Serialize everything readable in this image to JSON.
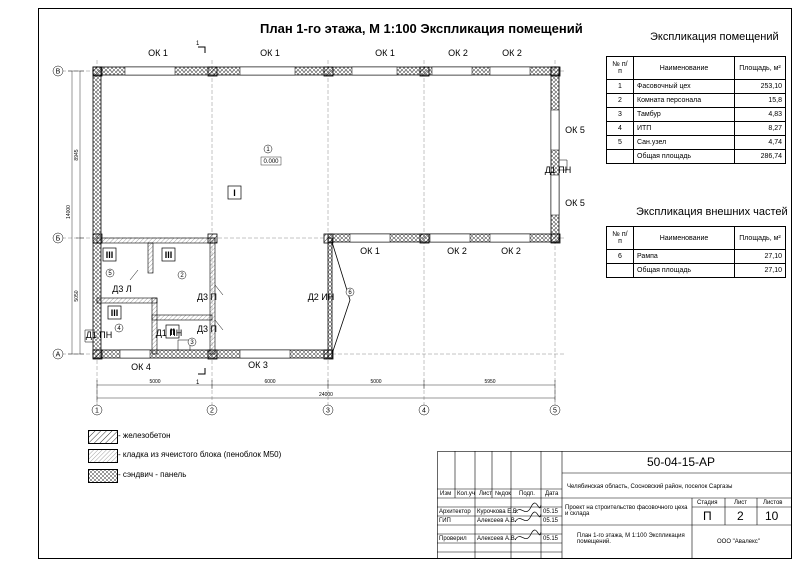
{
  "title": "План 1-го этажа, М 1:100 Экспликация помещений",
  "floor_plan": {
    "window_labels": [
      "ОК 1",
      "ОК 1",
      "ОК 1",
      "ОК 2",
      "ОК 2",
      "ОК 5",
      "ОК 5",
      "ОК 1",
      "ОК 2",
      "ОК 2",
      "ОК 4",
      "ОК 3"
    ],
    "door_labels": [
      "Д1 ПН",
      "Д1 ПН",
      "Д1 ПН",
      "Д2 ИН",
      "Д3 Л",
      "Д3 П",
      "Д3 П"
    ],
    "axis_letters": [
      "В",
      "Б",
      "А"
    ],
    "axis_numbers": [
      "1",
      "2",
      "3",
      "4",
      "5"
    ],
    "room_numbers": [
      "1",
      "2",
      "3",
      "4",
      "5",
      "6"
    ],
    "zone_numerals": [
      "I",
      "II",
      "III",
      "III",
      "III"
    ],
    "level_mark": "0.000",
    "cut_mark": "1",
    "dims_bottom": [
      "5000",
      "6000",
      "5000",
      "5950"
    ],
    "dim_total": "24000",
    "dims_left": [
      "8945",
      "5050"
    ],
    "dim_left_total": "14000"
  },
  "rooms_table": {
    "caption": "Экспликация помещений",
    "headers": [
      "№ п/ п",
      "Наименование",
      "Площадь, м²"
    ],
    "rows": [
      [
        "1",
        "Фасовочный цех",
        "253,10"
      ],
      [
        "2",
        "Комната персонала",
        "15,8"
      ],
      [
        "3",
        "Тамбур",
        "4,83"
      ],
      [
        "4",
        "ИТП",
        "8,27"
      ],
      [
        "5",
        "Сан.узел",
        "4,74"
      ]
    ],
    "total_label": "Общая площадь",
    "total_value": "286,74"
  },
  "external_table": {
    "caption": "Экспликация внешних частей",
    "headers": [
      "№ п/ п",
      "Наименование",
      "Площадь, м²"
    ],
    "rows": [
      [
        "6",
        "Рампа",
        "27,10"
      ]
    ],
    "total_label": "Общая площадь",
    "total_value": "27,10"
  },
  "legend": [
    {
      "label": "- железобетон"
    },
    {
      "label": "- кладка из ячеистого блока (пеноблок М50)"
    },
    {
      "label": "- сэндвич - панель"
    }
  ],
  "stamp": {
    "code": "50-04-15-АР",
    "location": "Челябинская область, Сосновский район, поселок Саргазы",
    "project": "Проект на строительство фасовочного цеха и склада",
    "sheet_title": "План 1-го этажа, М 1:100 Экспликация помещений.",
    "company": "ООО \"Авалекс\"",
    "col_heads": [
      "Изм",
      "Кол.уч",
      "Лист",
      "№док",
      "Подп.",
      "Дата"
    ],
    "stage_head": "Стадия",
    "sheet_head": "Лист",
    "sheets_head": "Листов",
    "stage": "П",
    "sheet": "2",
    "sheets": "10",
    "people": [
      {
        "role": "Архитектор",
        "name": "Курочкова Е.В.",
        "date": "05.15"
      },
      {
        "role": "ГИП",
        "name": "Алексеев А.В.",
        "date": "05.15"
      },
      {
        "role": "Проверил",
        "name": "Алексеев А.В.",
        "date": "05.15"
      }
    ]
  }
}
